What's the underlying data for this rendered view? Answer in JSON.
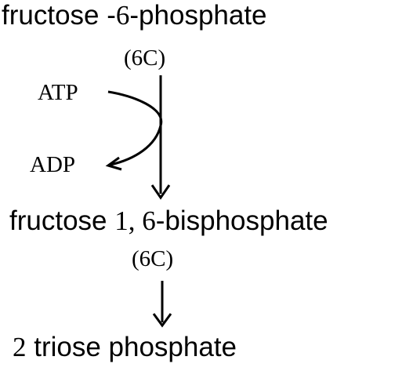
{
  "diagram": {
    "node1": {
      "name_part1": "fructose -",
      "name_num": "6",
      "name_part2": "-phosphate",
      "carbons": "(6C)"
    },
    "cofactor": {
      "input": "ATP",
      "output": "ADP"
    },
    "node2": {
      "name_part1": "fructose ",
      "name_num": "1, 6",
      "name_part2": "-bisphosphate",
      "carbons": "(6C)"
    },
    "node3": {
      "name_num": "2",
      "name_part2": " triose phosphate"
    }
  }
}
